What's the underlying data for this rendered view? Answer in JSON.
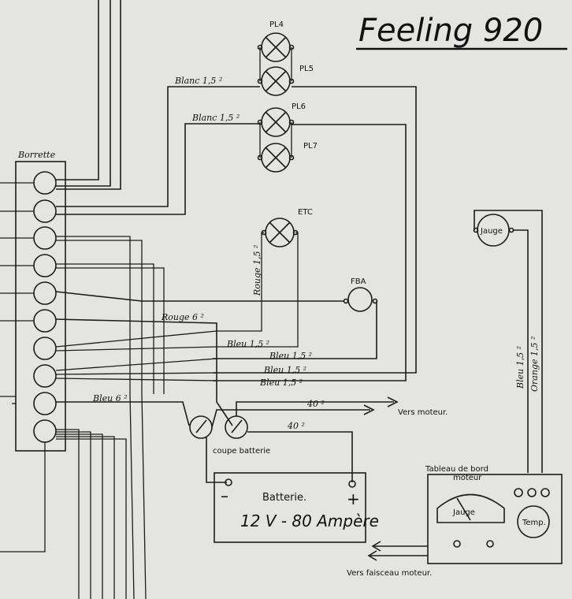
{
  "title": "Feeling 920",
  "borrette_label": "Borrette",
  "lamps": {
    "pl4": "PL4",
    "pl5": "PL5",
    "pl6": "PL6",
    "pl7": "PL7",
    "etc": "ETC",
    "fba": "FBA",
    "jauge": "Jauge"
  },
  "wires": {
    "blanc1": "Blanc 1,5 ²",
    "blanc2": "Blanc 1,5 ²",
    "rouge15": "Rouge 1,5 ²",
    "rouge6": "Rouge 6 ²",
    "bleu_a": "Bleu 1,5 ²",
    "bleu_b": "Bleu 1,5 ²",
    "bleu_c": "Bleu 1,5 ²",
    "bleu_d": "Bleu 1,5 ²",
    "bleu6": "Bleu 6 ²",
    "w40a": "40 ²",
    "w40b": "40 ²",
    "bleu_v": "Bleu 1,5 ²",
    "orange_v": "Orange 1,5 ²"
  },
  "vers_moteur": "Vers moteur.",
  "coupe_batterie": "coupe batterie",
  "batterie": {
    "name": "Batterie.",
    "spec": "12 V - 80 Ampère",
    "minus": "–",
    "plus": "+"
  },
  "tableau": {
    "line1": "Tableau de bord",
    "line2": "moteur",
    "jauge": "Jauge",
    "temp": "Temp."
  },
  "vers_faisceau": "Vers faisceau moteur."
}
